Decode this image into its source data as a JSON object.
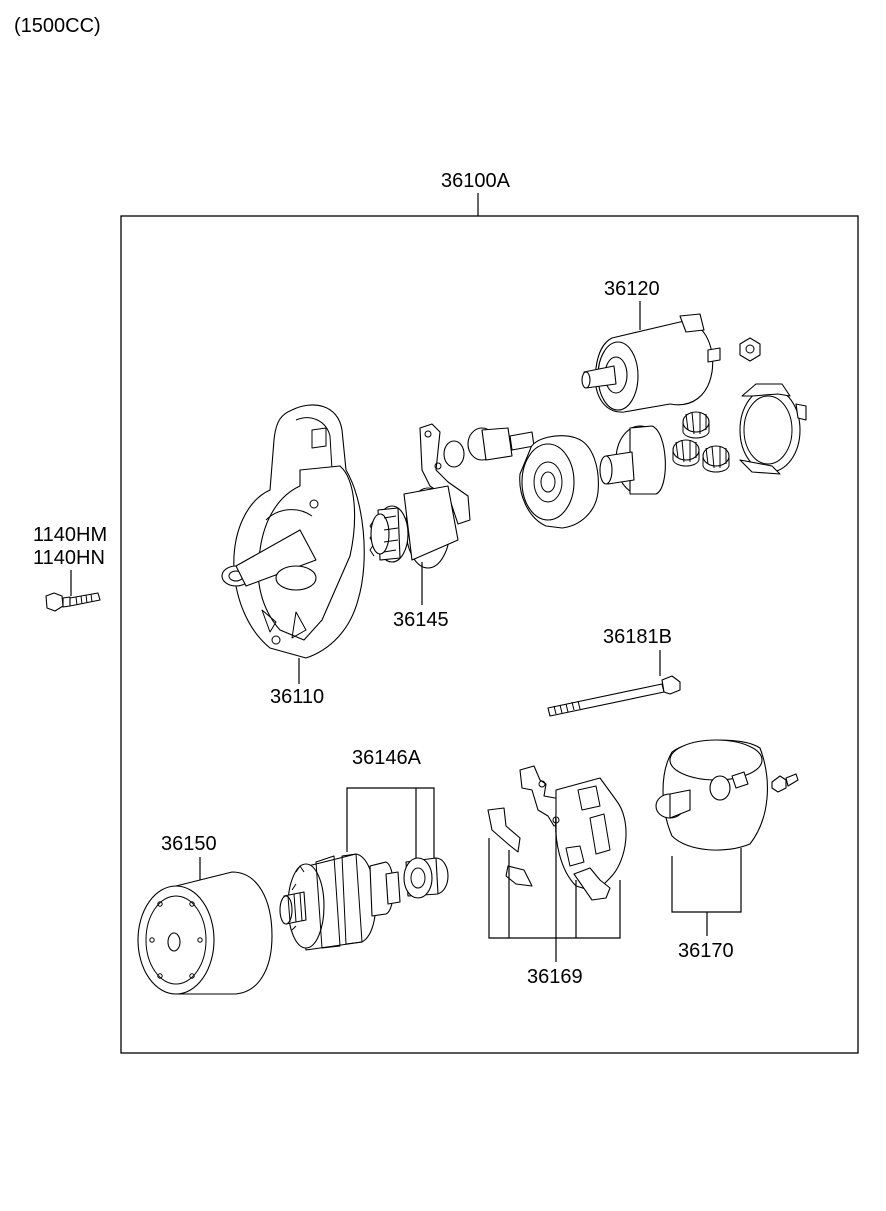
{
  "header": {
    "engine_note": "(1500CC)"
  },
  "assembly": {
    "part_no": "36100A"
  },
  "parts": {
    "bolt_a": "1140HM",
    "bolt_b": "1140HN",
    "solenoid": "36120",
    "housing": "36110",
    "drive_clutch": "36145",
    "through_bolt": "36181B",
    "armature": "36146A",
    "yoke": "36150",
    "brush_holder": "36169",
    "rear_cover": "36170"
  }
}
